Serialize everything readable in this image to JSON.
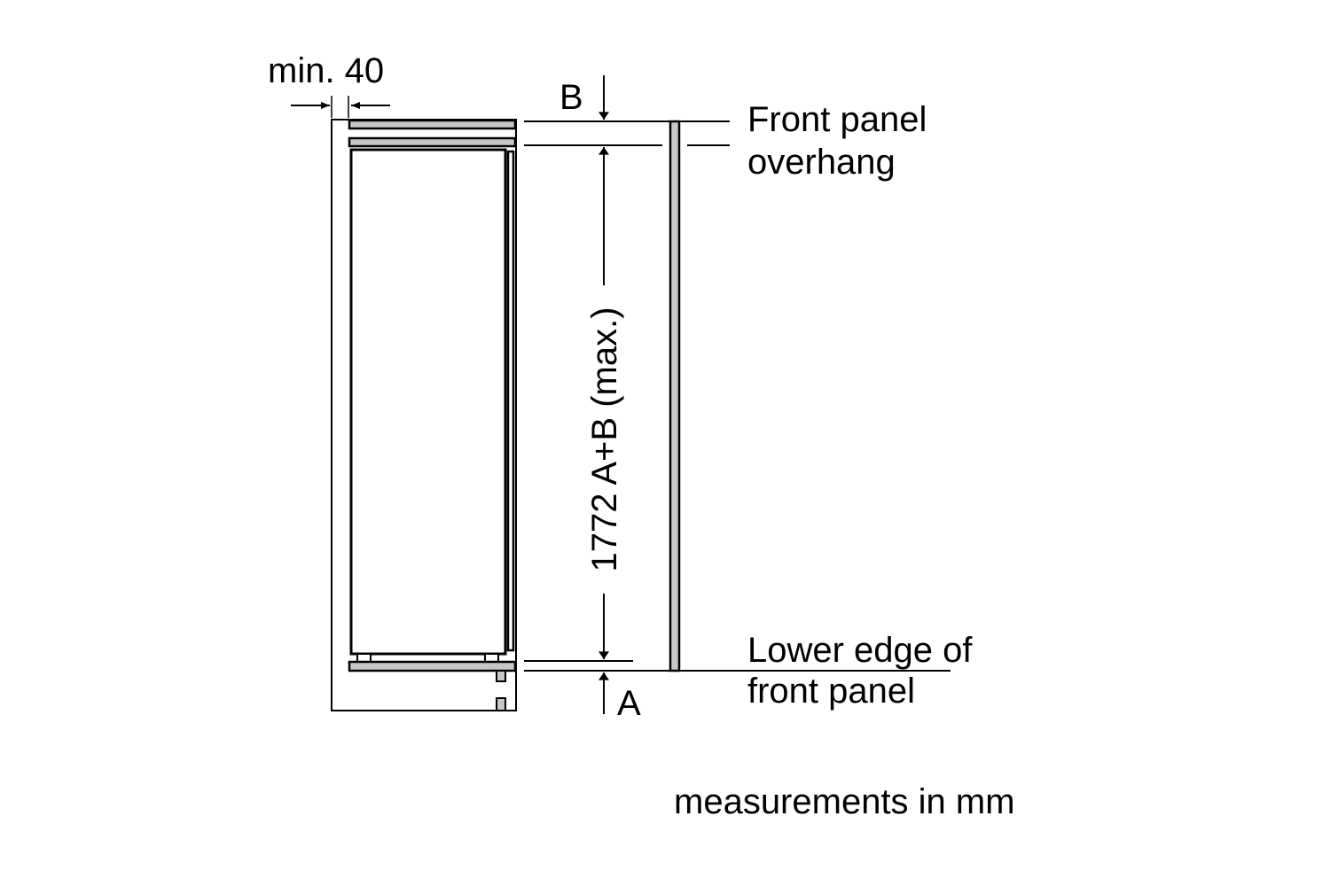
{
  "labels": {
    "min_gap": "min. 40",
    "b": "B",
    "a": "A",
    "height_dimension": "1772 A+B (max.)",
    "front_panel_overhang_line1": "Front panel",
    "front_panel_overhang_line2": "overhang",
    "lower_edge_line1": "Lower edge of",
    "lower_edge_line2": "front panel",
    "units_note": "measurements in mm"
  },
  "colors": {
    "panel_fill": "#c6c6c6",
    "stroke": "#000000"
  }
}
